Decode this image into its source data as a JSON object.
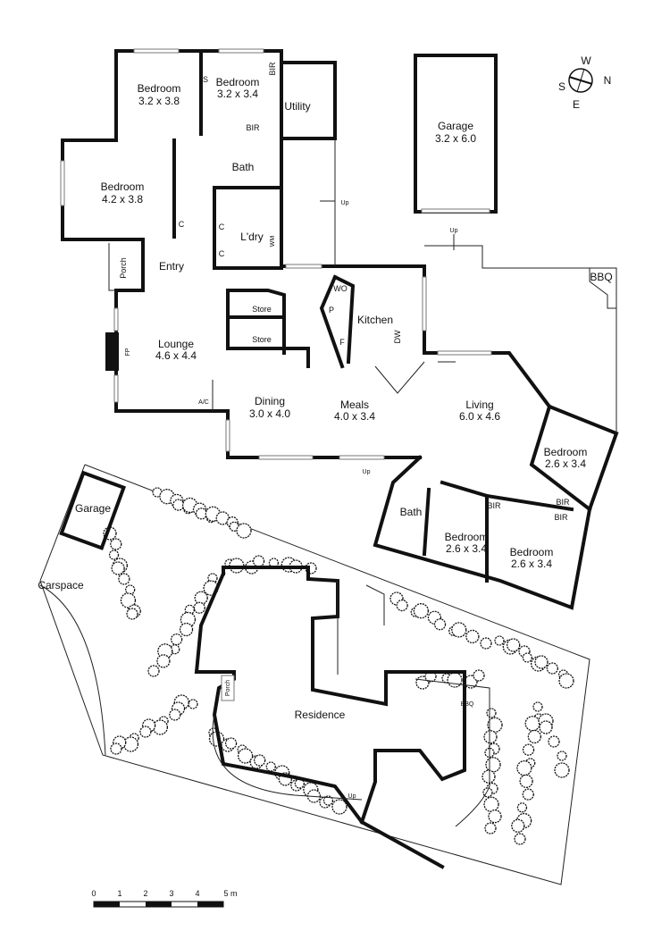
{
  "floor_plan": {
    "rooms": [
      {
        "name": "Bedroom",
        "size": "3.2 x 3.8"
      },
      {
        "name": "Bedroom",
        "size": "3.2 x 3.4"
      },
      {
        "name": "Utility"
      },
      {
        "name": "Bedroom",
        "size": "4.2 x 3.8"
      },
      {
        "name": "Bath"
      },
      {
        "name": "L'dry"
      },
      {
        "name": "Entry"
      },
      {
        "name": "Porch"
      },
      {
        "name": "Lounge",
        "size": "4.6 x 4.4"
      },
      {
        "name": "Store"
      },
      {
        "name": "Store"
      },
      {
        "name": "Kitchen"
      },
      {
        "name": "Dining",
        "size": "3.0 x 4.0"
      },
      {
        "name": "Meals",
        "size": "4.0 x 3.4"
      },
      {
        "name": "Living",
        "size": "6.0 x 4.6"
      },
      {
        "name": "Bedroom",
        "size": "2.6 x 3.4"
      },
      {
        "name": "Bath"
      },
      {
        "name": "Bedroom",
        "size": "2.6 x 3.4"
      },
      {
        "name": "Bedroom",
        "size": "2.6 x 3.4"
      },
      {
        "name": "Garage",
        "size": "3.2 x 6.0"
      }
    ],
    "fixtures": {
      "s": "S",
      "bir": "BIR",
      "c": "C",
      "wm": "WM",
      "fp": "FP",
      "ac": "A/C",
      "wo": "WO",
      "p": "P",
      "f": "F",
      "dw": "DW",
      "bbq": "BBQ",
      "up": "Up"
    }
  },
  "site_plan": {
    "garage": "Garage",
    "carspace": "Carspace",
    "residence": "Residence",
    "porch": "Porch",
    "bbq": "BBQ",
    "up": "Up"
  },
  "compass": {
    "n": "N",
    "s": "S",
    "e": "E",
    "w": "W"
  },
  "scale_bar": {
    "ticks": [
      "0",
      "1",
      "2",
      "3",
      "4",
      "5 m"
    ]
  }
}
